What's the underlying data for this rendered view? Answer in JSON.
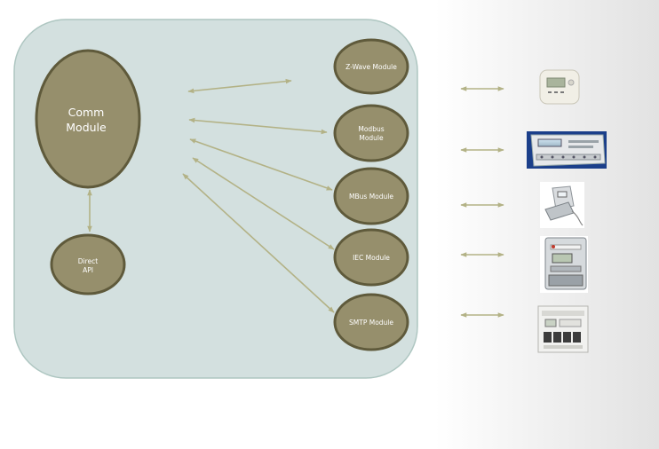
{
  "diagram": {
    "colors": {
      "container_fill": "#d3e0df",
      "container_stroke": "#aec6c1",
      "node_fill": "#968f6c",
      "node_stroke": "#5f5a3b",
      "arrow": "#b3b286"
    },
    "comm_module": {
      "label_line1": "Comm",
      "label_line2": "Module"
    },
    "direct_api": {
      "label_line1": "Direct",
      "label_line2": "API"
    },
    "modules": [
      {
        "line1": "Z-Wave Module",
        "line2": ""
      },
      {
        "line1": "Modbus",
        "line2": "Module"
      },
      {
        "line1": "MBus Module",
        "line2": ""
      },
      {
        "line1": "IEC Module",
        "line2": ""
      },
      {
        "line1": "SMTP Module",
        "line2": ""
      }
    ],
    "devices": [
      {
        "icon": "thermostat-icon"
      },
      {
        "icon": "modbus-controller-icon"
      },
      {
        "icon": "mbus-meter-icon"
      },
      {
        "icon": "electricity-meter-icon"
      },
      {
        "icon": "din-rail-meter-icon"
      }
    ]
  }
}
